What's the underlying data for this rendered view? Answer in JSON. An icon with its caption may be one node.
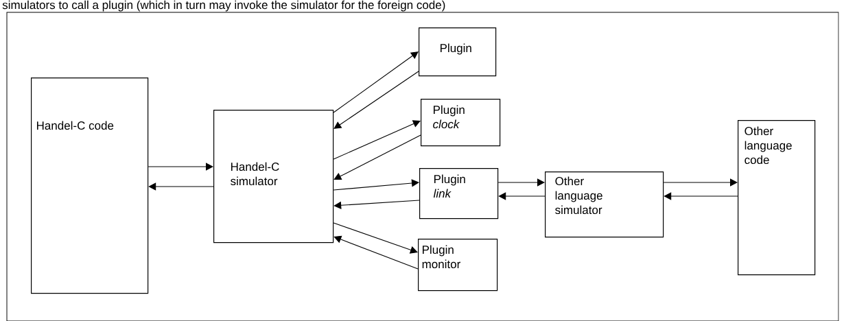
{
  "diagram": {
    "nodes": [
      {
        "text": [
          "Handel-C code"
        ]
      },
      {
        "text": [
          "Handel-C simulator"
        ]
      },
      {
        "text": [
          "Plugin"
        ]
      },
      {
        "text": [
          "Plugin *clock*"
        ]
      },
      {
        "text": [
          "Plugin *link*"
        ]
      },
      {
        "text": [
          "Plugin monitor"
        ]
      },
      {
        "text": [
          "Other language simulator"
        ]
      },
      {
        "text": [
          "Other language code"
        ]
      }
    ],
    "edges": [
      {
        "from": 0,
        "to": 1,
        "arrow": "to"
      },
      {
        "from": 1,
        "to": 0,
        "arrow": "to"
      },
      {
        "from": 1,
        "to": 2,
        "arrow": "to"
      },
      {
        "from": 2,
        "to": 1,
        "arrow": "to"
      },
      {
        "from": 1,
        "to": 3,
        "arrow": "to"
      },
      {
        "from": 3,
        "to": 1,
        "arrow": "to"
      },
      {
        "from": 1,
        "to": 4,
        "arrow": "to"
      },
      {
        "from": 4,
        "to": 1,
        "arrow": "to"
      },
      {
        "from": 1,
        "to": 5,
        "arrow": "to"
      },
      {
        "from": 5,
        "to": 1,
        "arrow": "to"
      },
      {
        "from": 4,
        "to": 6,
        "arrow": "to"
      },
      {
        "from": 6,
        "to": 4,
        "arrow": "to"
      },
      {
        "from": 6,
        "to": 7,
        "arrow": "to"
      },
      {
        "from": 7,
        "to": 6,
        "arrow": "to"
      }
    ],
    "labels": [
      "simulators to call a plugin (which in turn may invoke the simulator for the foreign code)"
    ]
  }
}
